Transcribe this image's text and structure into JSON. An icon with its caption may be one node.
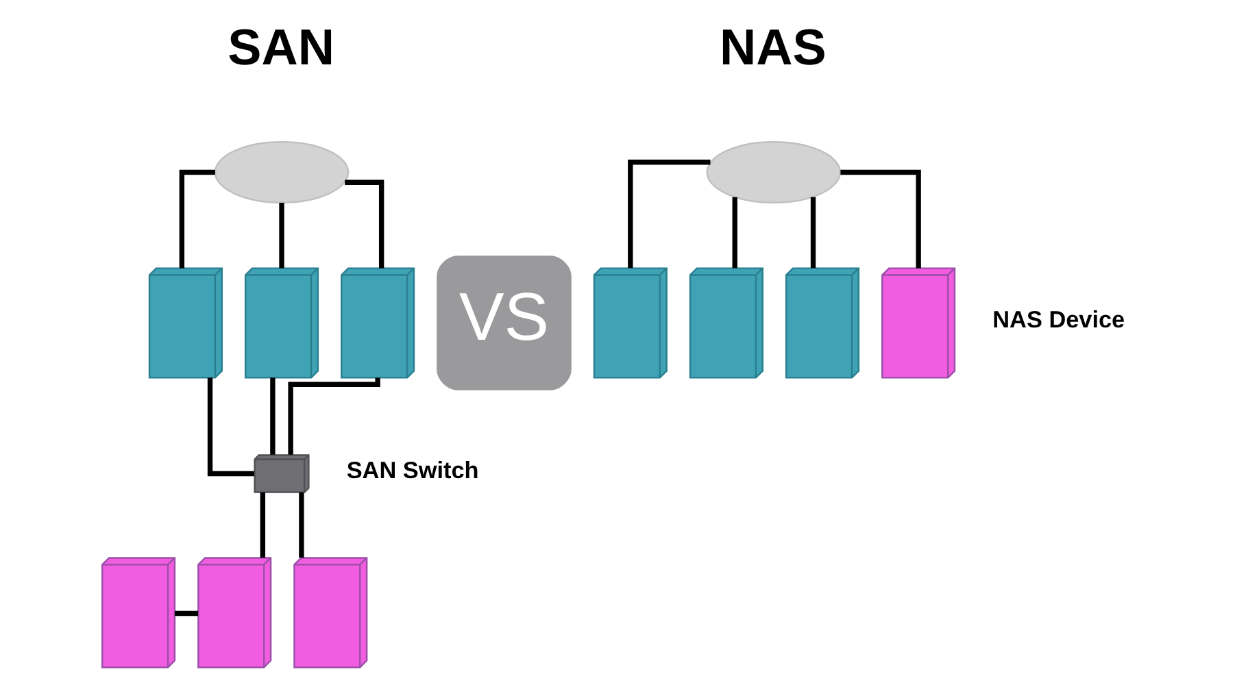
{
  "diagram": {
    "nodes": [
      {
        "text": [],
        "shape": "cloud"
      },
      {
        "text": [],
        "shape": "server"
      },
      {
        "text": [],
        "shape": "server"
      },
      {
        "text": [],
        "shape": "server"
      },
      {
        "text": [],
        "shape": "switch",
        "beside": [
          "SAN Switch"
        ]
      },
      {
        "text": [],
        "shape": "storage"
      },
      {
        "text": [],
        "shape": "storage"
      },
      {
        "text": [],
        "shape": "storage"
      },
      {
        "text": [
          "VS"
        ]
      },
      {
        "text": [],
        "shape": "cloud"
      },
      {
        "text": [],
        "shape": "server"
      },
      {
        "text": [],
        "shape": "server"
      },
      {
        "text": [],
        "shape": "server"
      },
      {
        "text": [],
        "shape": "storage",
        "beside": [
          "NAS Device"
        ]
      }
    ],
    "edges": [
      {
        "from": 0,
        "to": 1,
        "arrow": "none"
      },
      {
        "from": 0,
        "to": 2,
        "arrow": "none"
      },
      {
        "from": 0,
        "to": 3,
        "arrow": "none"
      },
      {
        "from": 1,
        "to": 4,
        "arrow": "none"
      },
      {
        "from": 2,
        "to": 4,
        "arrow": "none"
      },
      {
        "from": 3,
        "to": 4,
        "arrow": "none"
      },
      {
        "from": 4,
        "to": 6,
        "arrow": "none"
      },
      {
        "from": 4,
        "to": 7,
        "arrow": "none"
      },
      {
        "from": 5,
        "to": 6,
        "arrow": "none"
      },
      {
        "from": 9,
        "to": 10,
        "arrow": "none"
      },
      {
        "from": 9,
        "to": 11,
        "arrow": "none"
      },
      {
        "from": 9,
        "to": 12,
        "arrow": "none"
      },
      {
        "from": 9,
        "to": 13,
        "arrow": "none"
      }
    ],
    "labels": [
      "SAN",
      "NAS"
    ]
  }
}
